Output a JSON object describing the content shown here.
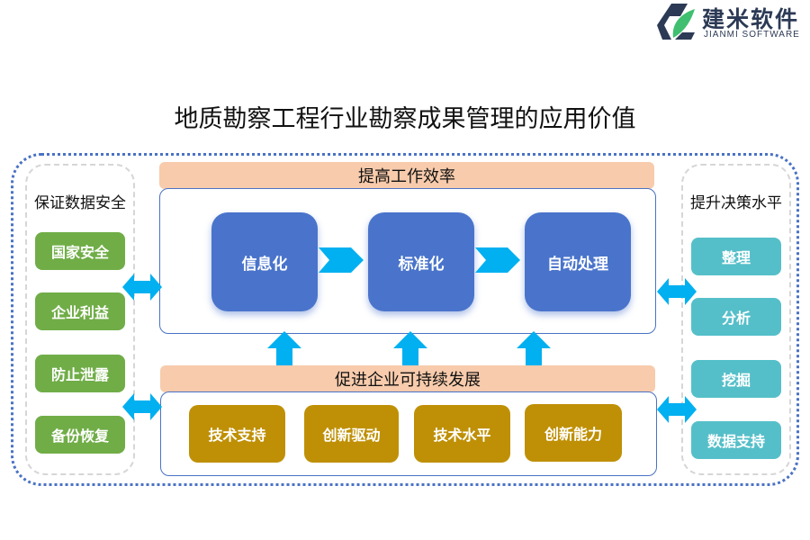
{
  "logo": {
    "brand_cn": "建米软件",
    "brand_en": "JIANMI SOFTWARE",
    "colors": {
      "dark": "#2c3a55",
      "green": "#3fbf6f"
    }
  },
  "title": "地质勘察工程行业勘察成果管理的应用价值",
  "left_column": {
    "title": "保证数据安全",
    "items": [
      "国家安全",
      "企业利益",
      "防止泄露",
      "备份恢复"
    ],
    "color": "#70ad47"
  },
  "right_column": {
    "title": "提升决策水平",
    "items": [
      "整理",
      "分析",
      "挖掘",
      "数据支持"
    ],
    "color": "#55bfc9"
  },
  "top_section": {
    "banner": "提高工作效率",
    "steps": [
      "信息化",
      "标准化",
      "自动处理"
    ],
    "step_color": "#4a74cb"
  },
  "bottom_section": {
    "banner": "促进企业可持续发展",
    "items": [
      "技术支持",
      "创新驱动",
      "技术水平",
      "创新能力"
    ],
    "item_color": "#bf9006"
  },
  "colors": {
    "banner": "#f7cbac",
    "arrow": "#00b0f0",
    "border": "#4a72c4"
  }
}
